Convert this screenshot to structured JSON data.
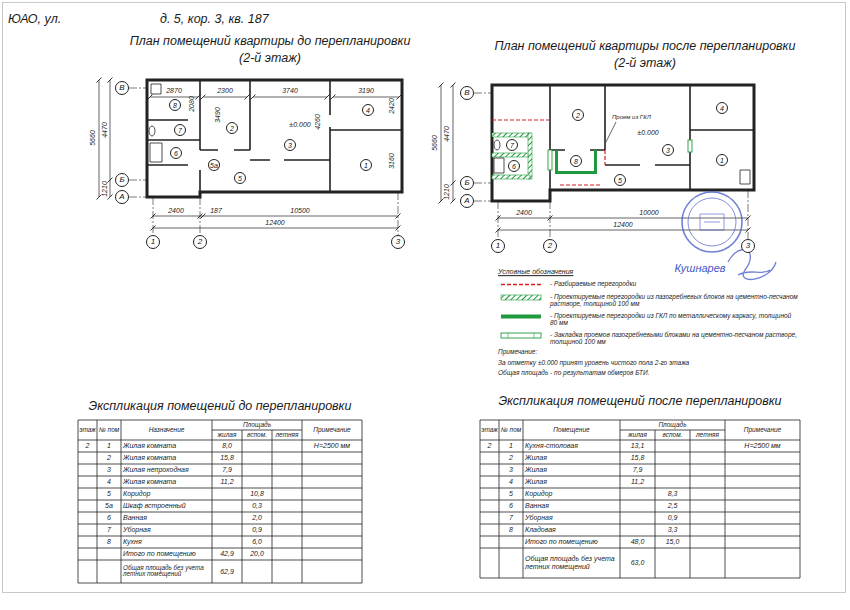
{
  "diagram": {
    "nodes": [
      {
        "text": [
          "В"
        ]
      },
      {
        "text": [
          "Б"
        ]
      },
      {
        "text": [
          "А"
        ]
      },
      {
        "text": [
          "1"
        ]
      },
      {
        "text": [
          "2"
        ]
      },
      {
        "text": [
          "3"
        ]
      },
      {
        "text": [
          "8"
        ]
      },
      {
        "text": [
          "7"
        ]
      },
      {
        "text": [
          "6"
        ]
      },
      {
        "text": [
          "5а"
        ]
      },
      {
        "text": [
          "2"
        ]
      },
      {
        "text": [
          "3"
        ]
      },
      {
        "text": [
          "4"
        ]
      },
      {
        "text": [
          "1"
        ]
      },
      {
        "text": [
          "5"
        ]
      },
      {
        "text": [
          "В"
        ]
      },
      {
        "text": [
          "Б"
        ]
      },
      {
        "text": [
          "А"
        ]
      },
      {
        "text": [
          "1"
        ]
      },
      {
        "text": [
          "2"
        ]
      },
      {
        "text": [
          "3"
        ]
      },
      {
        "text": [
          "7"
        ]
      },
      {
        "text": [
          "6"
        ]
      },
      {
        "text": [
          "8"
        ]
      },
      {
        "text": [
          "2"
        ]
      },
      {
        "text": [
          "3"
        ]
      },
      {
        "text": [
          "4"
        ]
      },
      {
        "text": [
          "1"
        ]
      },
      {
        "text": [
          "5"
        ]
      }
    ],
    "labels": [
      "ЮАО, ул.",
      "д. 5, кор. 3, кв. 187",
      "План помещений квартиры до перепланировки",
      "(2-й этаж)",
      "План помещений квартиры после перепланировки",
      "(2-й этаж)",
      "2870",
      "2300",
      "3740",
      "3190",
      "2080",
      "3490",
      "±0.000",
      "4260",
      "2420",
      "3160",
      "5660",
      "4470",
      "1210",
      "2400",
      "187",
      "10500",
      "12400",
      "Проем из ГКЛ",
      "±0.000",
      "5660",
      "4470",
      "1210",
      "2400",
      "10000",
      "12400",
      "Условные обозначения",
      "Примечание:",
      "За отметку ±0.000 принят уровень чистого пола 2-го этажа",
      "Общая площадь - по результатам обмеров БТИ.",
      "Кушнарев",
      "Экспликация помещений до перепланировки",
      "Экспликация помещений после перепланировки",
      "этаж",
      "№ пом",
      "Назначение",
      "Площадь",
      "Примечание",
      "жилая",
      "вспом.",
      "летняя",
      "2",
      "1",
      "Жилая комната",
      "8,0",
      "Н=2500 мм",
      "2",
      "Жилая комната",
      "15,8",
      "3",
      "Жилая непроходная",
      "7,9",
      "4",
      "Жилая комната",
      "11,2",
      "5",
      "Коридор",
      "10,8",
      "5а",
      "Шкаф встроенный",
      "0,3",
      "6",
      "Ванная",
      "2,0",
      "7",
      "Уборная",
      "0,9",
      "8",
      "Кухня",
      "6,0",
      "Итого по помещению",
      "42,9",
      "20,0",
      "Общая площадь без учета летних помещений",
      "62,9",
      "этаж",
      "№ пом",
      "Помещение",
      "Площадь",
      "Примечание",
      "жилая",
      "вспом.",
      "летняя",
      "2",
      "1",
      "Кухня-столовая",
      "13,1",
      "Н=2500 мм",
      "2",
      "Жилая",
      "15,8",
      "3",
      "Жилая",
      "7,9",
      "4",
      "Жилая",
      "11,2",
      "5",
      "Коридор",
      "8,3",
      "6",
      "Ванная",
      "2,5",
      "7",
      "Уборная",
      "0,9",
      "8",
      "Кладовая",
      "3,3",
      "Итого по помещению",
      "48,0",
      "15,0",
      "Общая площадь без учета летних помещений",
      "63,0"
    ],
    "legend": [
      {
        "text": "- Разбираемые перегородки"
      },
      {
        "text": "- Проектируемые перегородки из пазогребневых блоков на цементно-песчаном растворе, толщиной 100 мм"
      },
      {
        "text": "- Проектируемые перегородки из ГКЛ по металлическому каркасу, толщиной 80 мм",
        "color": "#1f9a3c"
      },
      {
        "text": "- Закладка проемов пазогребневыми блоками на цементно-песчаном растворе, толщиной 100 мм"
      }
    ]
  }
}
